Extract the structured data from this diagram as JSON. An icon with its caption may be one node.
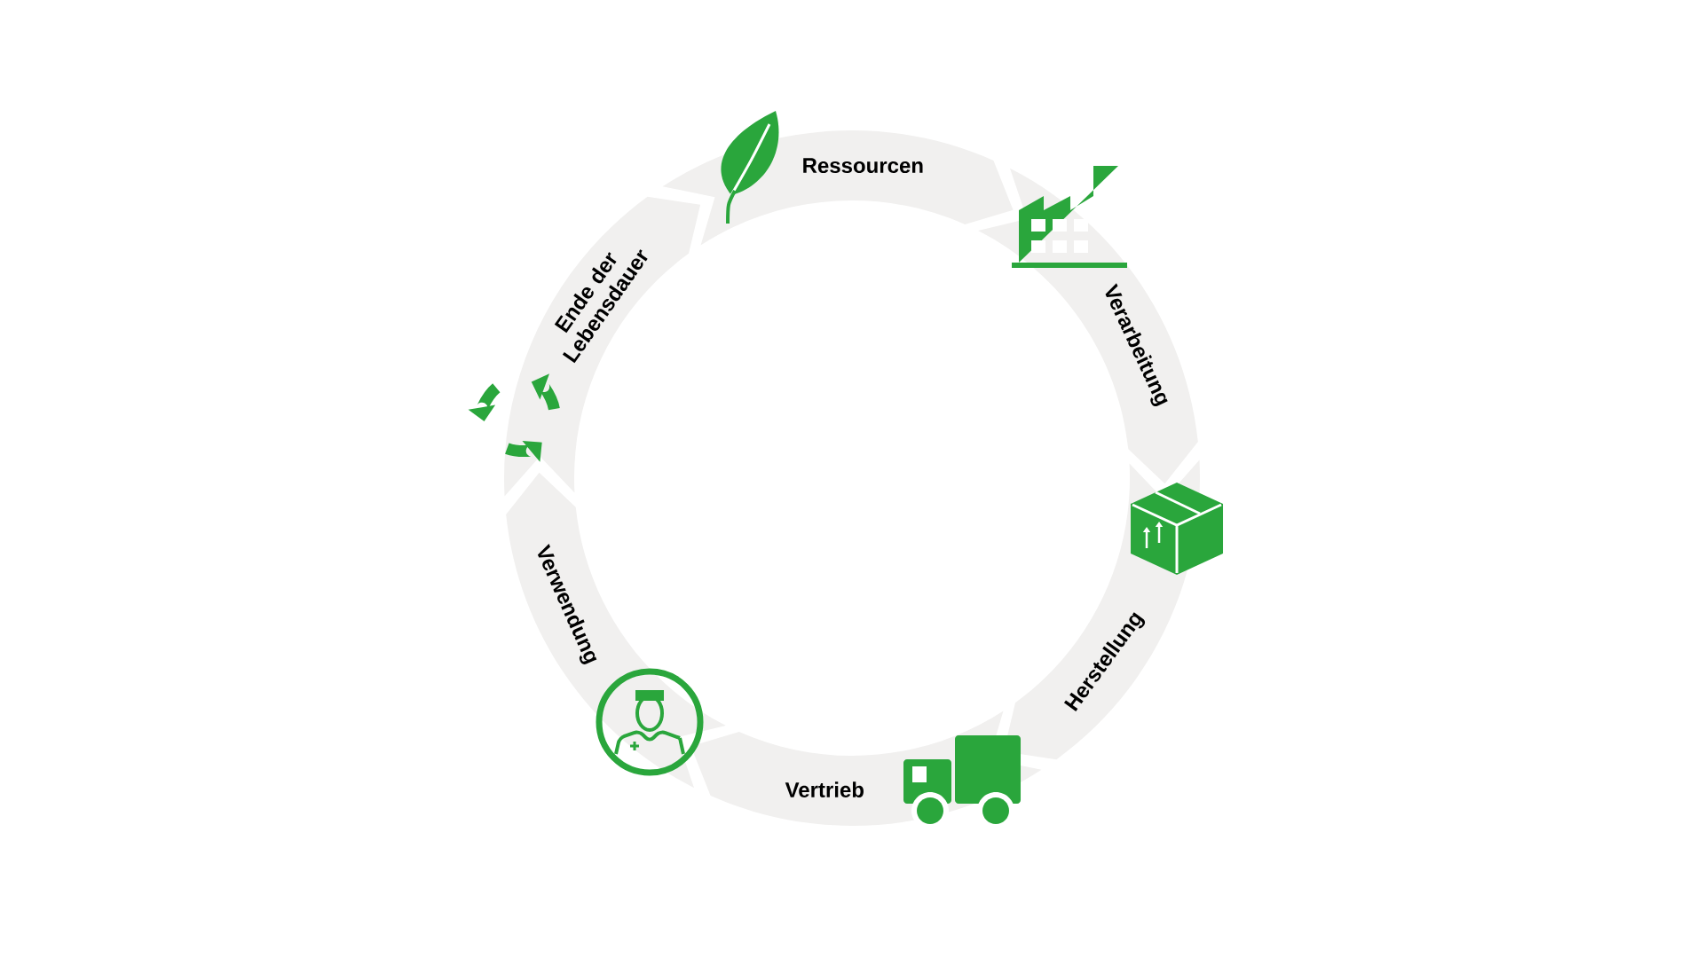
{
  "diagram": {
    "nodes": [
      {
        "text": [
          "Ressourcen"
        ]
      },
      {
        "text": [
          "Verarbeitung"
        ]
      },
      {
        "text": [
          "Herstellung"
        ]
      },
      {
        "text": [
          "Vertrieb"
        ]
      },
      {
        "text": [
          "Verwendung"
        ]
      },
      {
        "text": [
          "Ende der Lebensdauer"
        ]
      }
    ]
  }
}
